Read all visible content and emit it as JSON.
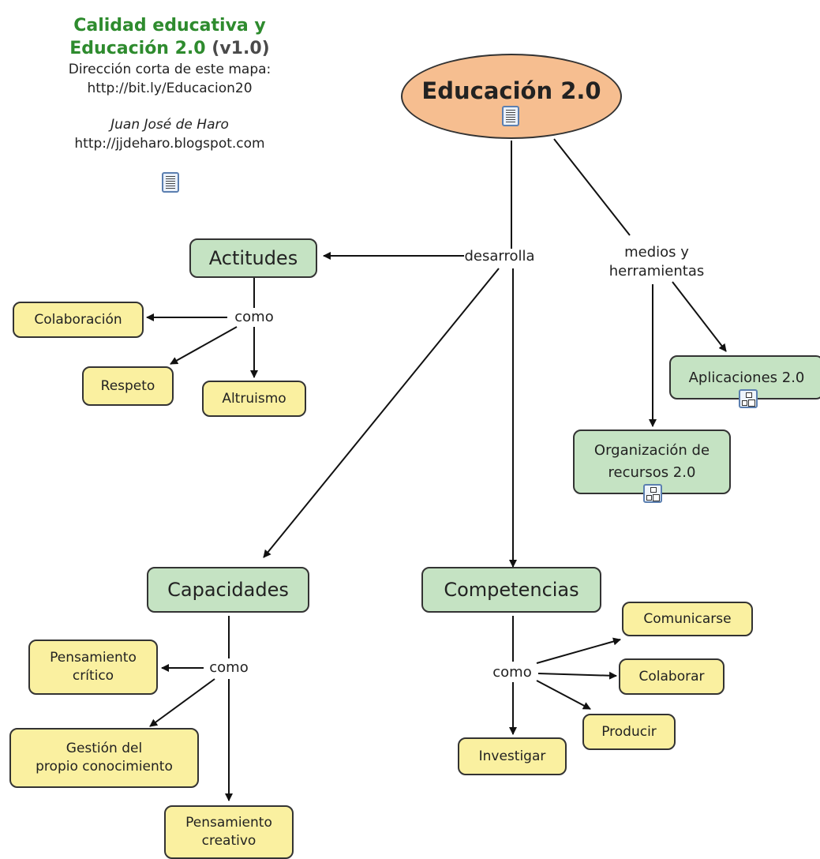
{
  "header": {
    "title_line1": "Calidad educativa y",
    "title_line2": "Educación 2.0",
    "version": "(v1.0)",
    "short_url_label": "Dirección corta de este mapa:",
    "short_url": "http://bit.ly/Educacion20",
    "author": "Juan José de Haro",
    "author_url": "http://jjdeharo.blogspot.com"
  },
  "root": {
    "label": "Educación 2.0",
    "icon": "document-icon"
  },
  "concepts": {
    "actitudes": "Actitudes",
    "capacidades": "Capacidades",
    "competencias": "Competencias",
    "aplicaciones": "Aplicaciones 2.0",
    "organizacion": "Organización de\nrecursos 2.0",
    "colaboracion": "Colaboración",
    "respeto": "Respeto",
    "altruismo": "Altruismo",
    "pensamiento_critico": "Pensamiento\ncrítico",
    "gestion": "Gestión del\npropio conocimiento",
    "pensamiento_creativo": "Pensamiento\ncreativo",
    "comunicarse": "Comunicarse",
    "colaborar": "Colaborar",
    "producir": "Producir",
    "investigar": "Investigar"
  },
  "links": {
    "desarrolla": "desarrolla",
    "medios": "medios y\nherramientas",
    "como_actitudes": "como",
    "como_capacidades": "como",
    "como_competencias": "como"
  },
  "colors": {
    "root_fill": "#f6be90",
    "main_concept_fill": "#c5e3c3",
    "sub_concept_fill": "#faf0a0",
    "title_green": "#2e8b2e",
    "line": "#111111"
  }
}
